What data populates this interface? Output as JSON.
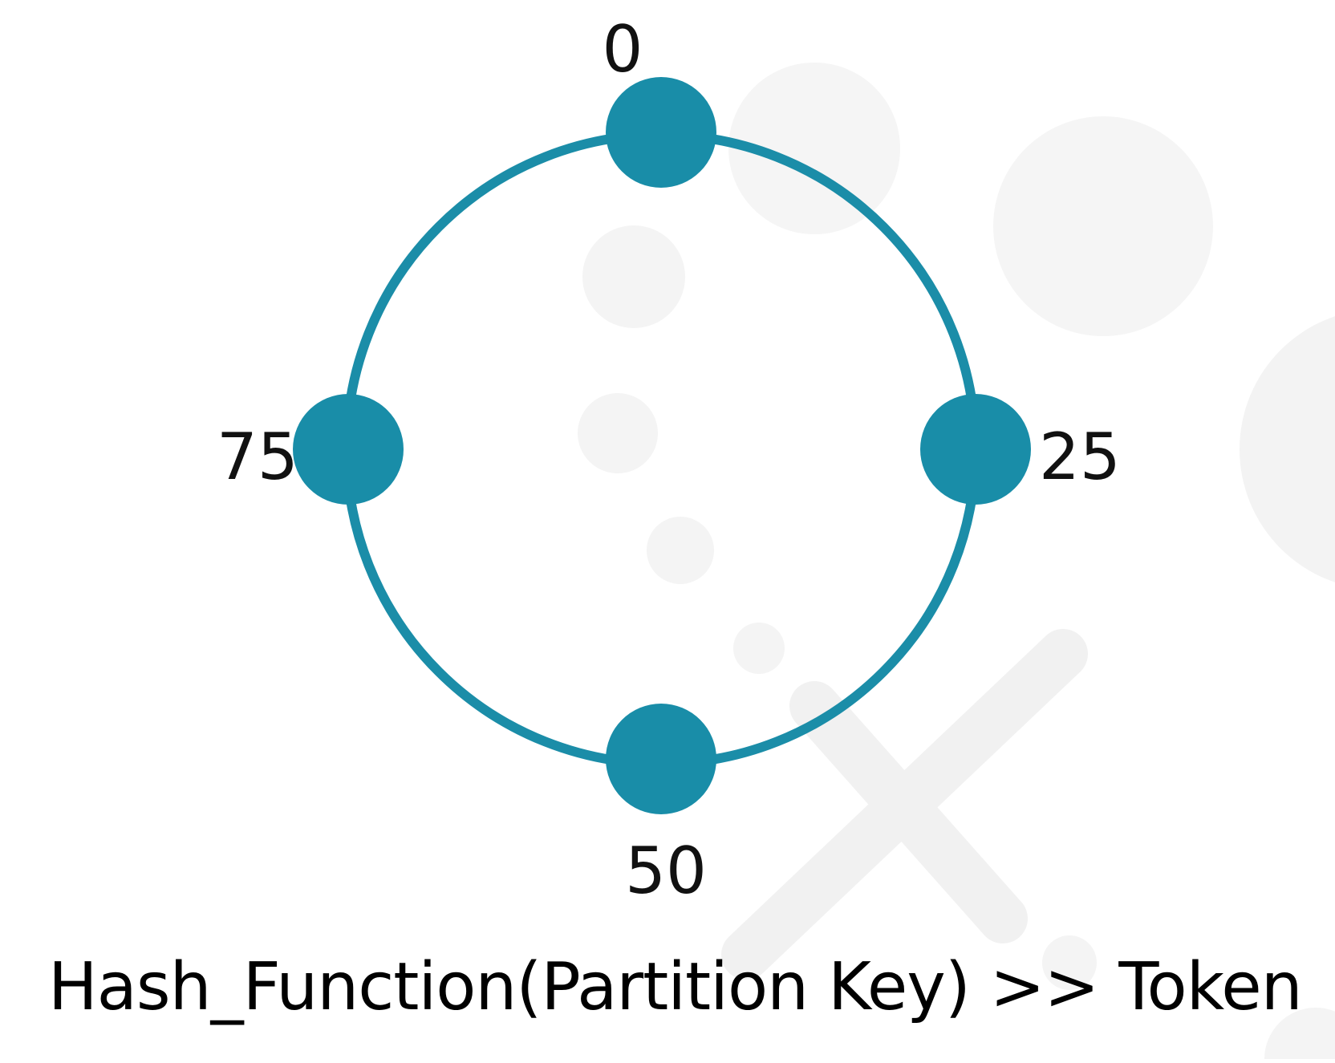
{
  "colors": {
    "ring": "#1b8da8",
    "node": "#198da8",
    "background_decoration": "#f3f3f3",
    "text": "#111111"
  },
  "ring": {
    "nodes": [
      {
        "token": "0"
      },
      {
        "token": "25"
      },
      {
        "token": "50"
      },
      {
        "token": "75"
      }
    ]
  },
  "formula": "Hash_Function(Partition Key) >> Token"
}
